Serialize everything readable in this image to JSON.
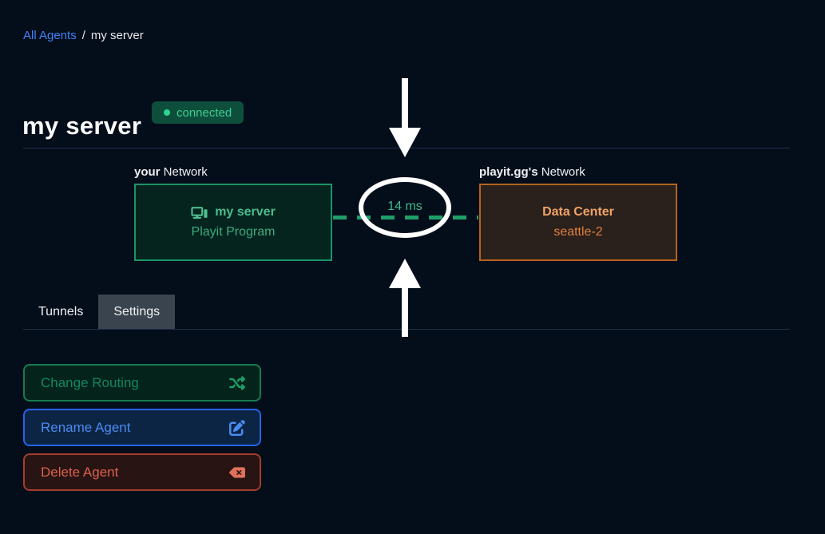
{
  "breadcrumb": {
    "link": "All Agents",
    "separator": "/",
    "current": "my server"
  },
  "header": {
    "title": "my server",
    "status": {
      "label": "connected",
      "dot_color": "#2fd393",
      "badge_bg": "#0d4f3b",
      "text_color": "#3ecd95"
    }
  },
  "diagram": {
    "left": {
      "label_bold": "your",
      "label_rest": " Network",
      "icon": "computer-icon",
      "name": "my server",
      "sub": "Playit Program",
      "border_color": "#1a9468",
      "text_color": "#4cbc8e"
    },
    "right": {
      "label_bold": "playit.gg's",
      "label_rest": " Network",
      "name": "Data Center",
      "sub": "seattle-2",
      "border_color": "#b4641f",
      "text_color": "#f1a364"
    },
    "latency": "14 ms",
    "connection_color": "#1d9e68",
    "highlight_ellipse_color": "#ffffff",
    "arrow_color": "#ffffff"
  },
  "tabs": [
    {
      "label": "Tunnels",
      "active": false
    },
    {
      "label": "Settings",
      "active": true
    }
  ],
  "actions": [
    {
      "label": "Change Routing",
      "icon": "shuffle-icon",
      "accent": "#177c50"
    },
    {
      "label": "Rename Agent",
      "icon": "edit-icon",
      "accent": "#2563eb"
    },
    {
      "label": "Delete Agent",
      "icon": "backspace-icon",
      "accent": "#a53d2b"
    }
  ],
  "colors": {
    "page_bg": "#040d1a",
    "divider": "#1e3148",
    "link": "#3f82f6",
    "tab_active_bg": "#39444f"
  }
}
